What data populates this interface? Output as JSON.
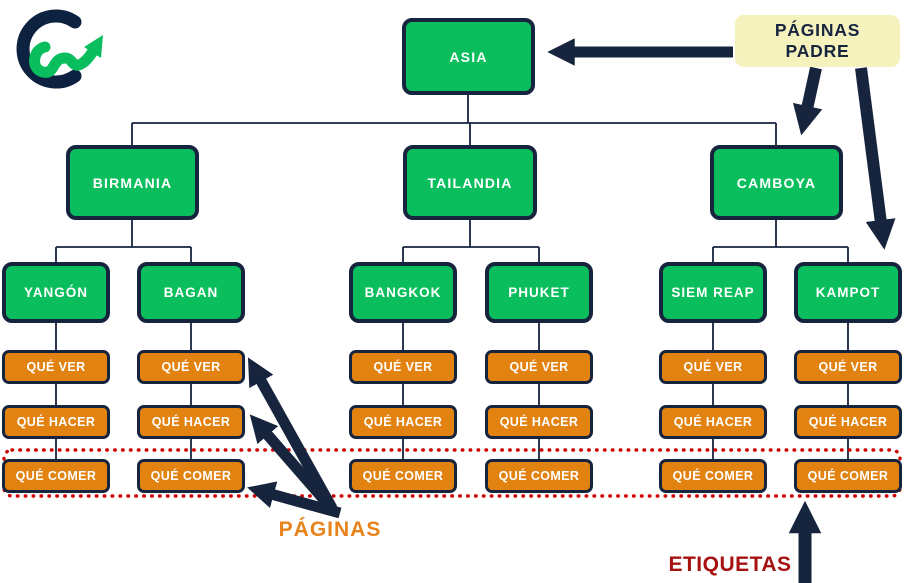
{
  "palette": {
    "green": "#0ABE5E",
    "orange": "#E28211",
    "navy": "#16243E",
    "yellow": "#F5F2BE",
    "red": "#CC0000",
    "darkred": "#A61212",
    "orangetext": "#E8831C"
  },
  "logo": {
    "name": "brand-logo-c-with-growth-arrow"
  },
  "tree": {
    "root": {
      "label": "ASIA"
    },
    "countries": [
      {
        "label": "BIRMANIA",
        "cities": [
          {
            "label": "YANGÓN",
            "pages": [
              "QUÉ VER",
              "QUÉ HACER",
              "QUÉ COMER"
            ]
          },
          {
            "label": "BAGAN",
            "pages": [
              "QUÉ VER",
              "QUÉ HACER",
              "QUÉ COMER"
            ]
          }
        ]
      },
      {
        "label": "TAILANDIA",
        "cities": [
          {
            "label": "BANGKOK",
            "pages": [
              "QUÉ VER",
              "QUÉ HACER",
              "QUÉ COMER"
            ]
          },
          {
            "label": "PHUKET",
            "pages": [
              "QUÉ VER",
              "QUÉ HACER",
              "QUÉ COMER"
            ]
          }
        ]
      },
      {
        "label": "CAMBOYA",
        "cities": [
          {
            "label": "SIEM REAP",
            "pages": [
              "QUÉ VER",
              "QUÉ HACER",
              "QUÉ COMER"
            ]
          },
          {
            "label": "KAMPOT",
            "pages": [
              "QUÉ VER",
              "QUÉ HACER",
              "QUÉ COMER"
            ]
          }
        ]
      }
    ]
  },
  "annotations": {
    "parent_pages": {
      "label": "PÁGINAS\nPADRE"
    },
    "pages": {
      "label": "PÁGINAS"
    },
    "tags": {
      "label": "ETIQUETAS"
    }
  }
}
